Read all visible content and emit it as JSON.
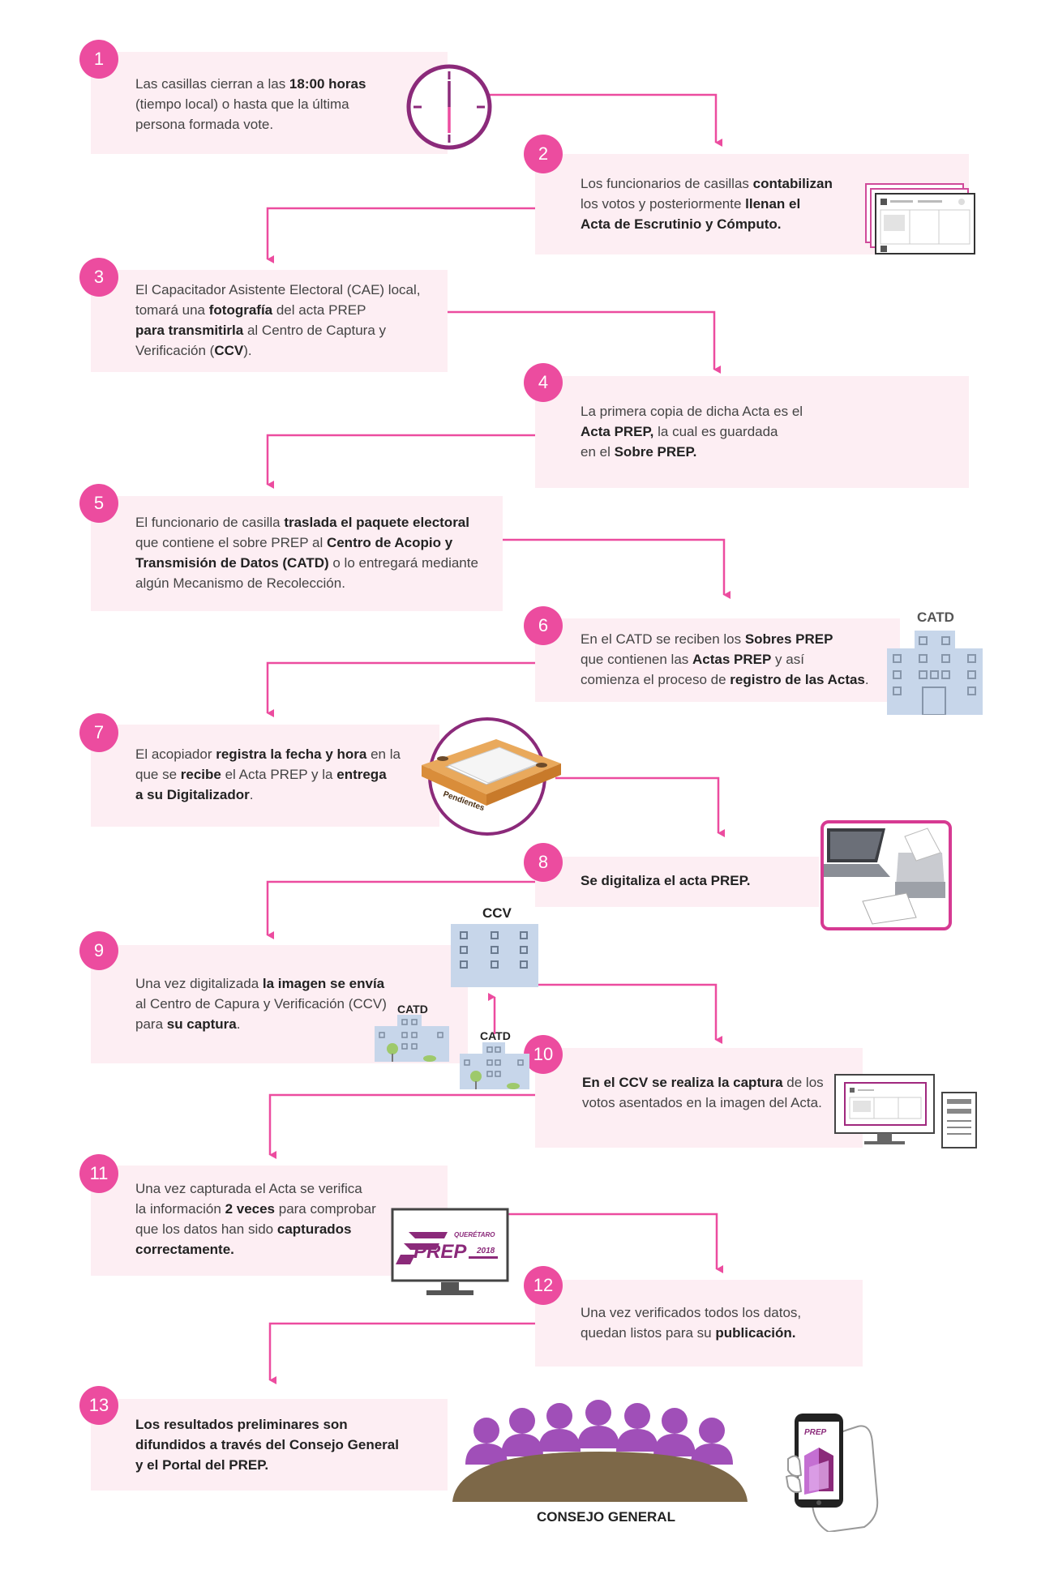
{
  "steps": [
    {
      "n": "1",
      "html": "Las casillas cierran a las <b>18:00 horas</b><br>(tiempo local) o hasta que la última<br>persona formada vote."
    },
    {
      "n": "2",
      "html": "Los funcionarios de casillas <b>contabilizan</b><br>los votos y posteriormente <b>llenan el</b><br><b>Acta de Escrutinio y Cómputo.</b>"
    },
    {
      "n": "3",
      "html": "El Capacitador Asistente Electoral (CAE) local,<br>tomará una <b>fotografía</b> del acta PREP<br><b>para transmitirla</b> al Centro de Captura y<br>Verificación (<b>CCV</b>)."
    },
    {
      "n": "4",
      "html": "La primera copia de dicha Acta es el<br><b>Acta PREP,</b> la cual es guardada<br>en el <b>Sobre PREP.</b>"
    },
    {
      "n": "5",
      "html": "El funcionario de casilla <b>traslada el paquete electoral</b><br>que contiene el sobre PREP al <b>Centro de Acopio y</b><br><b>Transmisión de Datos (CATD)</b> o lo entregará mediante<br>algún Mecanismo de Recolección."
    },
    {
      "n": "6",
      "html": "En el CATD se reciben los <b>Sobres PREP</b><br>que contienen las <b>Actas PREP</b> y así<br>comienza el proceso de <b>registro de las Actas</b>."
    },
    {
      "n": "7",
      "html": "El acopiador <b>registra la fecha y hora</b> en la<br>que se <b>recibe</b> el Acta PREP y la <b>entrega</b><br><b>a su Digitalizador</b>."
    },
    {
      "n": "8",
      "html": "<b>Se digitaliza el acta PREP.</b>"
    },
    {
      "n": "9",
      "html": "Una vez digitalizada <b>la imagen se envía</b><br>al Centro de Capura y Verificación (CCV)<br>para <b>su captura</b>."
    },
    {
      "n": "10",
      "html": "<b>En el CCV se realiza la captura</b> de los<br>votos asentados en la imagen del Acta."
    },
    {
      "n": "11",
      "html": "Una vez capturada el Acta se verifica<br>la información <b>2 veces</b> para comprobar<br>que los datos han sido <b>capturados</b><br><b>correctamente.</b>"
    },
    {
      "n": "12",
      "html": "Una vez verificados todos los datos,<br>quedan listos para su <b>publicación.</b>"
    },
    {
      "n": "13",
      "html": "<b>Los resultados preliminares son</b><br><b>difundidos a través del Consejo General</b><br><b>y el Portal del PREP.</b>"
    }
  ],
  "labels": {
    "catd_top": "CATD",
    "ccv": "CCV",
    "catd_left": "CATD",
    "catd_right": "CATD",
    "tray": "Pendientes",
    "prep_small": "QUERÉTARO",
    "prep_big": "PREP",
    "prep_year": "2018",
    "consejo": "CONSEJO GENERAL"
  },
  "colors": {
    "accent": "#ec4c9f",
    "box": "#fdeef3",
    "purple": "#8b2a7a",
    "building": "#c7d6ea",
    "people": "#a04fb8",
    "table": "#7d6848"
  }
}
